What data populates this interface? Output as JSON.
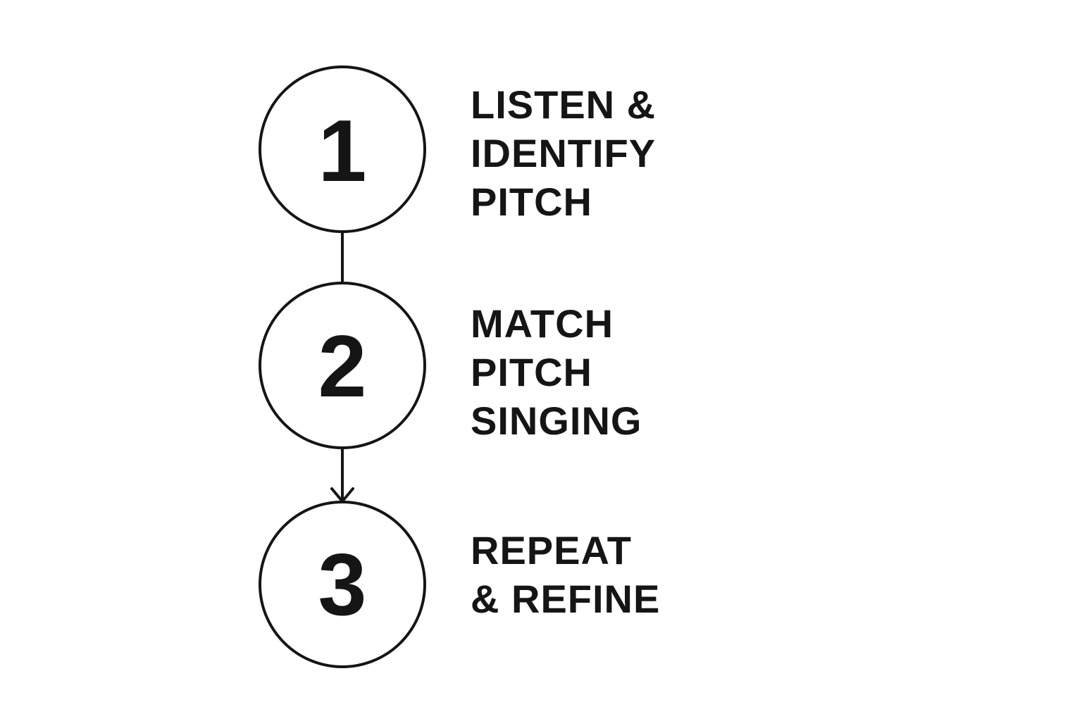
{
  "colors": {
    "background": "#ffffff",
    "ink": "#151515"
  },
  "steps": [
    {
      "number": "1",
      "label_lines": [
        "LISTEN &",
        "IDENTIFY",
        "PITCH"
      ]
    },
    {
      "number": "2",
      "label_lines": [
        "MATCH",
        "PITCH",
        "SINGING"
      ]
    },
    {
      "number": "3",
      "label_lines": [
        "REPEAT",
        "& REFINE"
      ]
    }
  ],
  "connectors": [
    {
      "from": "1",
      "to": "2",
      "arrowhead": false
    },
    {
      "from": "2",
      "to": "3",
      "arrowhead": true
    }
  ]
}
